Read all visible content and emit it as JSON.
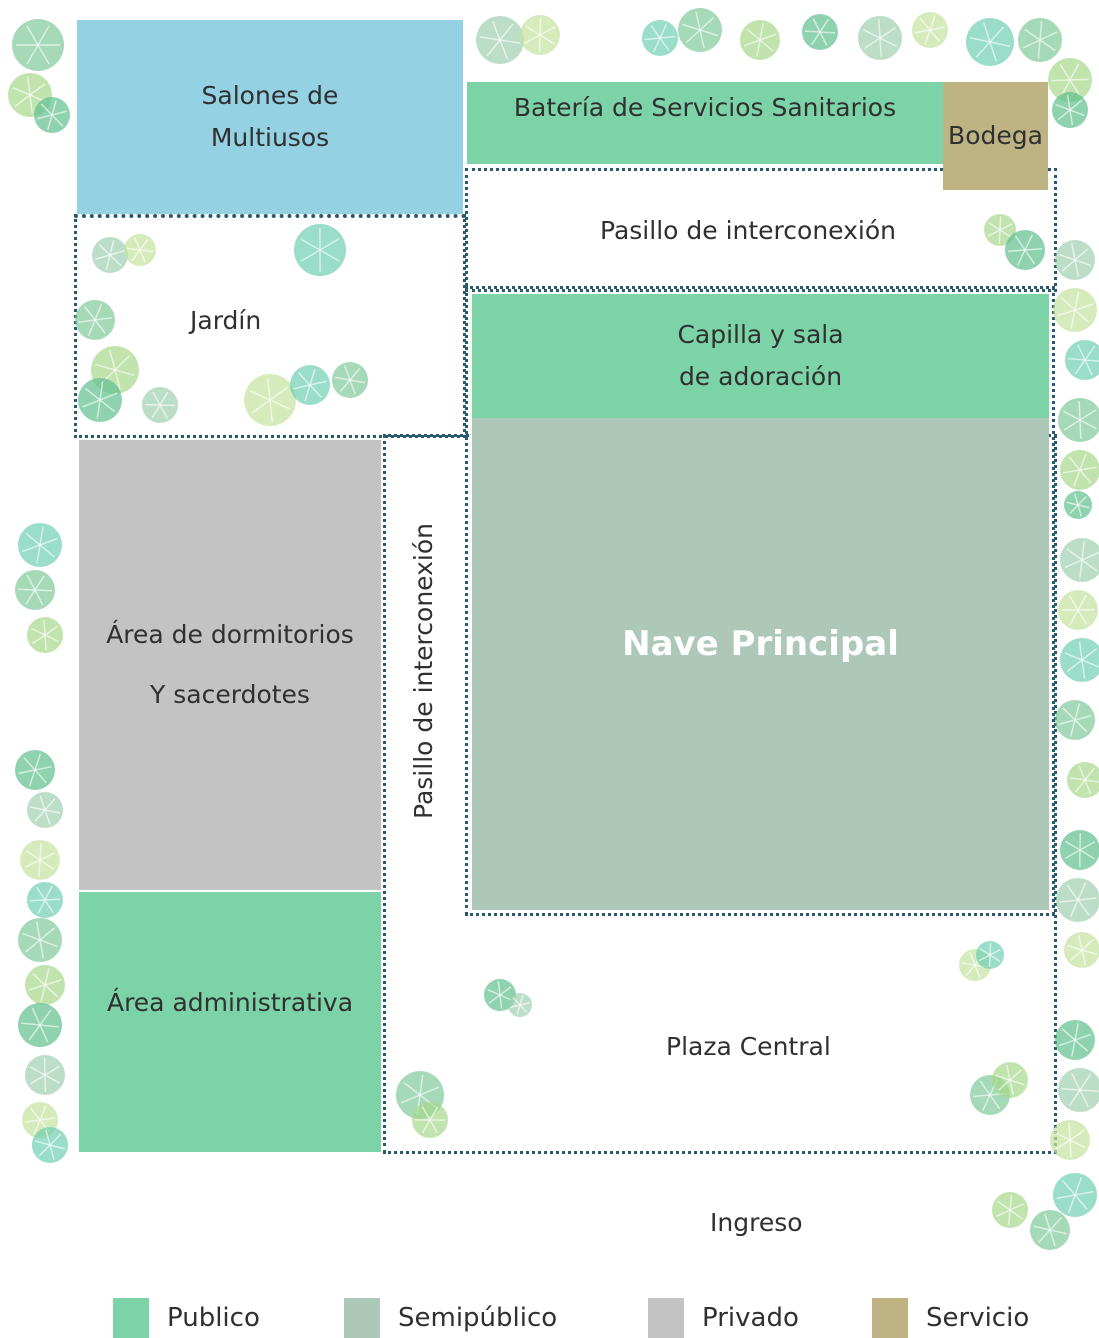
{
  "colors": {
    "publico": "#7dd3a8",
    "semipublico": "#adc7b8",
    "privado": "#c3c3c3",
    "servicio": "#bdb383",
    "multiusos": "#93d1e3",
    "dotted": "#2a5a6e",
    "tree_greens": [
      "#7fc99a",
      "#a6d98c",
      "#5fbf8f",
      "#9fd0b0",
      "#c5e3a0",
      "#6fcfb0"
    ]
  },
  "zones": {
    "salones": "Salones de Multiusos",
    "bateria": "Batería de Servicios Sanitarios",
    "bodega": "Bodega",
    "pasillo_top": "Pasillo de interconexión",
    "jardin": "Jardín",
    "capilla": "Capilla y sala de adoración",
    "nave": "Nave Principal",
    "dormitorios_line1": "Área de dormitorios",
    "dormitorios_line2": "Y sacerdotes",
    "pasillo_vertical": "Pasillo de interconexión",
    "administrativa": "Área administrativa",
    "plaza": "Plaza Central",
    "ingreso": "Ingreso"
  },
  "legend": [
    {
      "label": "Publico",
      "color": "#7dd3a8"
    },
    {
      "label": "Semipúblico",
      "color": "#adc7b8"
    },
    {
      "label": "Privado",
      "color": "#c3c3c3"
    },
    {
      "label": "Servicio",
      "color": "#bdb383"
    }
  ]
}
